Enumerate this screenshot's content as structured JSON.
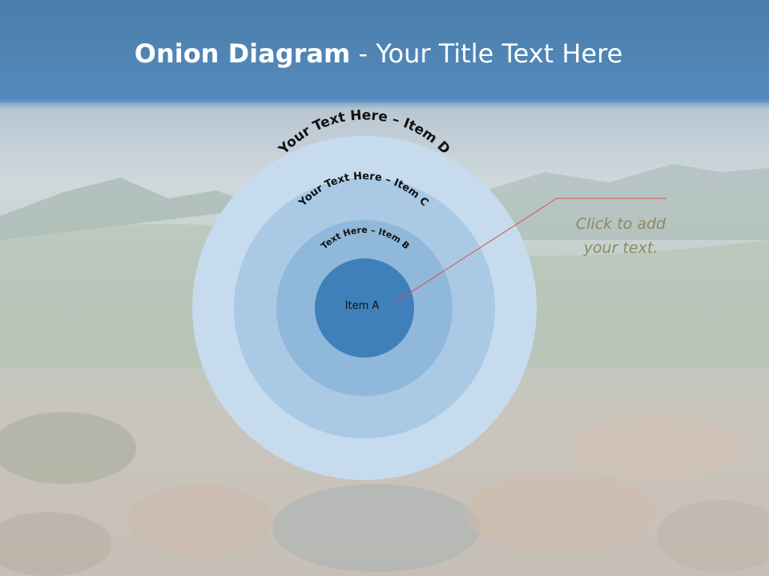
{
  "title": {
    "bold": "Onion Diagram",
    "rest": " - Your Title Text Here"
  },
  "diagram": {
    "layers": [
      {
        "label": "Item A",
        "color": "#3f7fba"
      },
      {
        "label": "Text Here – Item B",
        "color": "#8fb8da"
      },
      {
        "label": "Your Text Here – Item C",
        "color": "#a9c9e5"
      },
      {
        "label": "Your Text Here – Item D",
        "color": "#c7dbee"
      }
    ],
    "callout_text": [
      "Click  to add",
      "your text."
    ],
    "callout_line_color": "#e05050"
  },
  "colors": {
    "title_bar": "#4f86b6",
    "title_text": "#ffffff",
    "callout_text": "#8a8a5e"
  }
}
